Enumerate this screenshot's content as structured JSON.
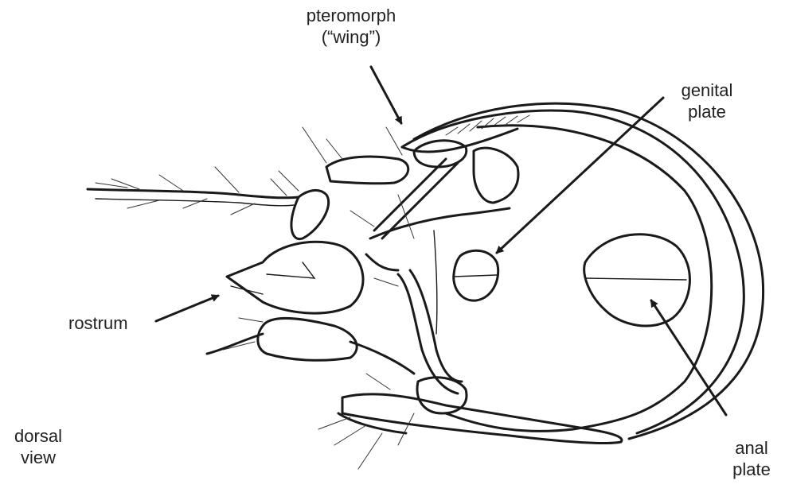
{
  "labels": {
    "pteromorph": {
      "line1": "pteromorph",
      "line2": "(“wing”)"
    },
    "genital_plate": {
      "line1": "genital",
      "line2": "plate"
    },
    "rostrum": {
      "line1": "rostrum"
    },
    "dorsal_view": {
      "line1": "dorsal",
      "line2": "view"
    },
    "anal_plate": {
      "line1": "anal",
      "line2": "plate"
    }
  }
}
